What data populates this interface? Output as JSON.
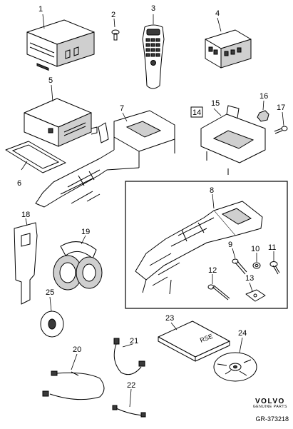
{
  "callouts": {
    "c1": "1",
    "c2": "2",
    "c3": "3",
    "c4": "4",
    "c5": "5",
    "c6": "6",
    "c7": "7",
    "c8": "8",
    "c9": "9",
    "c10": "10",
    "c11": "11",
    "c12": "12",
    "c13": "13",
    "c14": "14",
    "c15": "15",
    "c16": "16",
    "c17": "17",
    "c18": "18",
    "c19": "19",
    "c20": "20",
    "c21": "21",
    "c22": "22",
    "c23": "23",
    "c24": "24",
    "c25": "25"
  },
  "manual_label": "RSE",
  "brand": {
    "name": "VOLVO",
    "sub": "GENUINE PARTS"
  },
  "reference": "GR-373218"
}
